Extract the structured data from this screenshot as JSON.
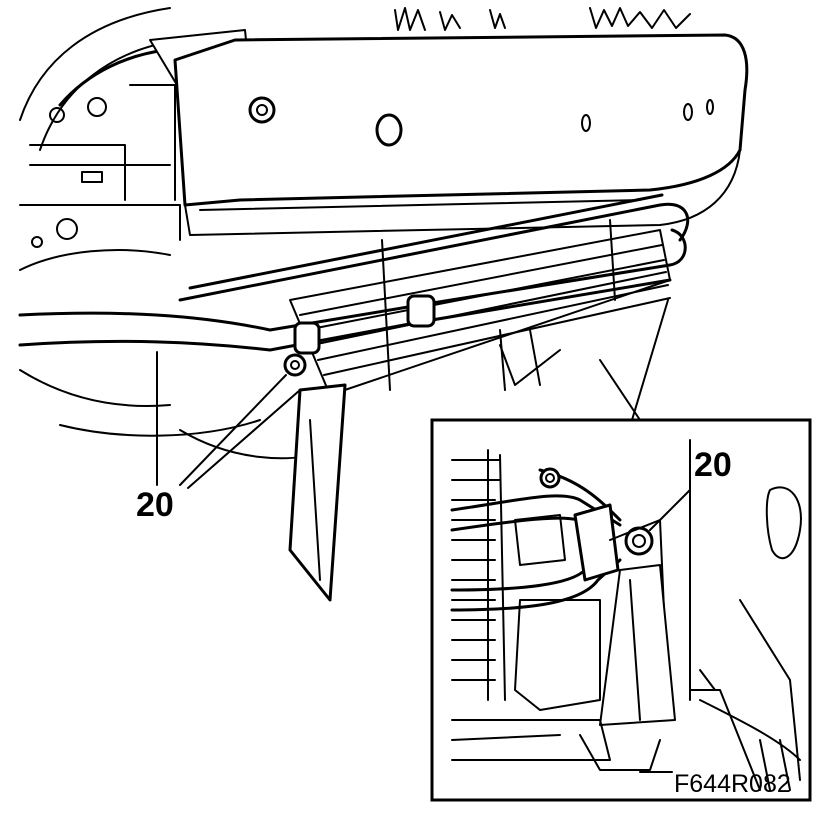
{
  "callouts": {
    "main_label": "20",
    "inset_label": "20"
  },
  "figure_code": "F644R082"
}
